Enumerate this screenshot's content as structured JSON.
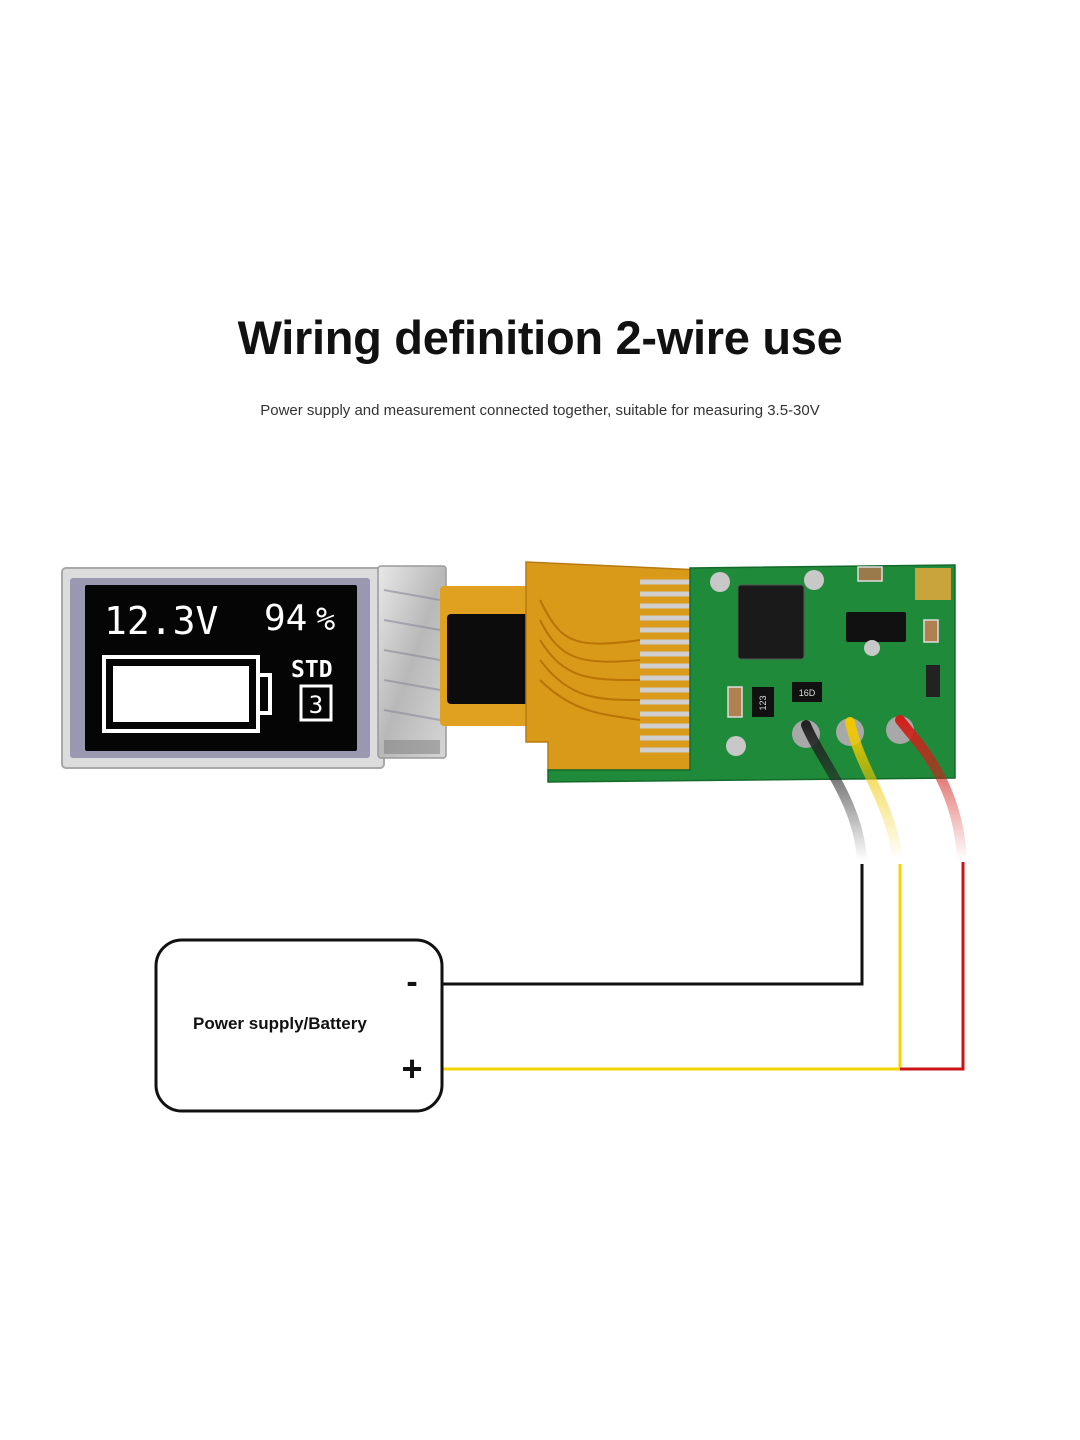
{
  "title": "Wiring definition 2-wire use",
  "subtitle": "Power supply and measurement connected together, suitable for measuring 3.5-30V",
  "display": {
    "voltage": "12.3V",
    "percent": "94",
    "percent_sign": "%",
    "mode": "STD",
    "level": "3",
    "battery_fill_fraction": 0.94
  },
  "board": {
    "chip_labels": [
      "123",
      "16D"
    ]
  },
  "power_box": {
    "label": "Power supply/Battery",
    "minus": "-",
    "plus": "+"
  },
  "colors": {
    "wire_black": "#111111",
    "wire_yellow": "#f2d500",
    "wire_red": "#c81414",
    "pcb_green": "#1f8a3a",
    "flex_amber": "#d99a1a",
    "oled_bg": "#050505"
  }
}
